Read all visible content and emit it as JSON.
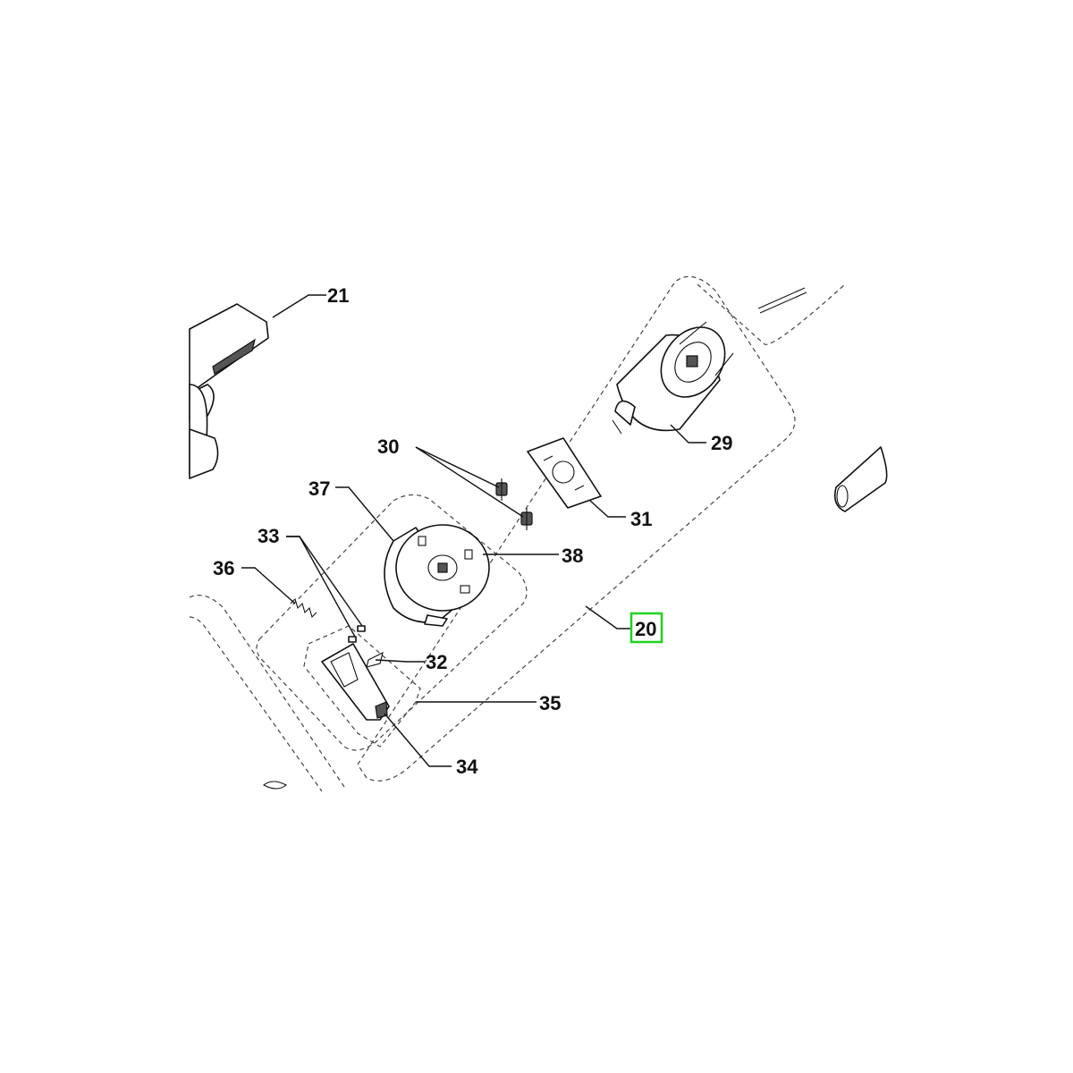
{
  "diagram": {
    "callouts": [
      {
        "id": "21",
        "label": "21"
      },
      {
        "id": "29",
        "label": "29"
      },
      {
        "id": "30",
        "label": "30"
      },
      {
        "id": "31",
        "label": "31"
      },
      {
        "id": "37",
        "label": "37"
      },
      {
        "id": "38",
        "label": "38"
      },
      {
        "id": "33",
        "label": "33"
      },
      {
        "id": "36",
        "label": "36"
      },
      {
        "id": "32",
        "label": "32"
      },
      {
        "id": "35",
        "label": "35"
      },
      {
        "id": "34",
        "label": "34"
      },
      {
        "id": "20",
        "label": "20"
      }
    ],
    "highlighted_callout": "20",
    "highlight_color": "#1fd31f",
    "line_color": "#111111"
  }
}
